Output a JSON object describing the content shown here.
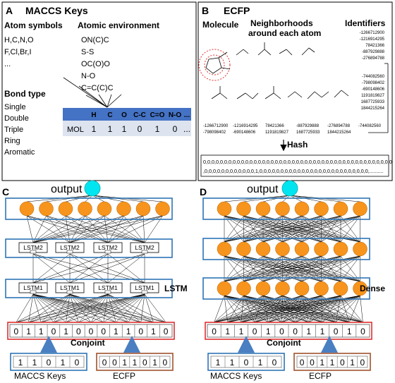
{
  "panels": {
    "A": {
      "letter": "A",
      "title": "MACCS Keys",
      "atom_symbols_header": "Atom symbols",
      "atomic_env_header": "Atomic environment",
      "atom_symbols": [
        "H,C,N,O",
        "F,Cl,Br,I",
        "..."
      ],
      "atomic_envs": [
        "ON(C)C",
        "S-S",
        "OC(O)O",
        "N-O",
        "C=C(C)C"
      ],
      "bond_type_header": "Bond type",
      "bond_types": [
        "Single",
        "Double",
        "Triple",
        "Ring",
        "Aromatic"
      ],
      "table_headers": [
        "H",
        "C",
        "O",
        "C-C",
        "C=O",
        "N-O",
        "..."
      ],
      "table_row_label": "MOL",
      "table_values": [
        "1",
        "1",
        "1",
        "0",
        "1",
        "0",
        "..."
      ]
    },
    "B": {
      "letter": "B",
      "title": "ECFP",
      "molecule_header": "Molecule",
      "neighborhoods_header_1": "Neighborhoods",
      "neighborhoods_header_2": "around each atom",
      "identifiers_header": "Identifiers",
      "identifiers_top": [
        "-1266712900",
        "-1216914295",
        "78421366",
        "-887929888",
        "-276894788"
      ],
      "identifiers_right": [
        "-744082560",
        "-798098402",
        "-690148606",
        "1191819827",
        "1687725933",
        "1844215264"
      ],
      "bottom_id_col1": [
        "-1266712900",
        "-798098402"
      ],
      "bottom_id_col2": [
        "-1216914295",
        "-690148606"
      ],
      "bottom_id_col3": [
        "78421366",
        "1191819827"
      ],
      "bottom_id_col4": [
        "-887929888",
        "1687725933"
      ],
      "bottom_id_col5": [
        "-276894788",
        "1844215264"
      ],
      "bottom_id_col6": [
        "-744082560"
      ],
      "hash_label": "Hash",
      "hash_line1": "0,0,0,0,0,0,0,0,0,0,0,0,0,0,0,0,0,0,0,0,0,0,0,0,0,0,0,0,0,0,0,0,0,0,0,0,0,0,0,0,0,0,0,0,0",
      "hash_line2": ",0,0,0,0,0,0,0,0,0,0,0,0,1,0,0,0,0,0,0,0,0,0,0,0,0,0,0,0,0,0,0,0,0,0,0,0,0,0,0,.........."
    },
    "C": {
      "letter": "C",
      "output_label": "output",
      "lstm2_labels": [
        "LSTM2",
        "LSTM2",
        "LSTM2",
        "LSTM2"
      ],
      "lstm1_labels": [
        "LSTM1",
        "LSTM1",
        "LSTM1",
        "LSTM1"
      ],
      "layer_label": "LSTM",
      "conjoint_bits": [
        "0",
        "1",
        "1",
        "0",
        "1",
        "0",
        "0",
        "0",
        "1",
        "1",
        "0",
        "1",
        "0"
      ],
      "conjoint_label": "Conjoint",
      "maccs_bits": [
        "1",
        "1",
        "0",
        "1",
        "0"
      ],
      "ecfp_bits": [
        "0",
        "0",
        "1",
        "1",
        "0",
        "1",
        "0"
      ],
      "maccs_label": "MACCS Keys",
      "ecfp_label": "ECFP"
    },
    "D": {
      "letter": "D",
      "output_label": "output",
      "layer_label": "Dense",
      "conjoint_bits": [
        "0",
        "1",
        "1",
        "0",
        "1",
        "0",
        "0",
        "1",
        "1",
        "0",
        "1",
        "0"
      ],
      "conjoint_label": "Conjoint",
      "maccs_bits": [
        "1",
        "1",
        "0",
        "1",
        "0"
      ],
      "ecfp_bits": [
        "0",
        "0",
        "1",
        "1",
        "0",
        "1",
        "0"
      ],
      "maccs_label": "MACCS Keys",
      "ecfp_label": "ECFP"
    }
  },
  "colors": {
    "node_orange": "#f7941d",
    "output_cyan": "#00e5f0",
    "blue_border": "#2e75b6",
    "red_border": "#e03030",
    "brown_border": "#a0522d",
    "arrow_blue": "#4a7fc1",
    "table_header": "#4472c4"
  }
}
